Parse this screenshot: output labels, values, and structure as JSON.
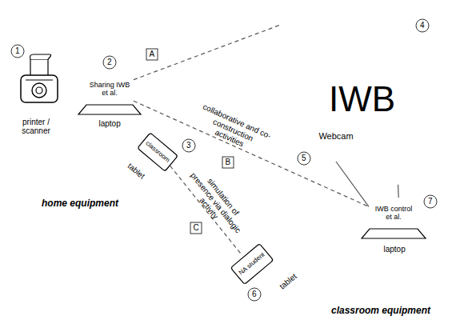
{
  "diagram": {
    "nodes": [
      {
        "text": [
          "home equipment"
        ]
      },
      {
        "text": [
          "Sharing IWB et al."
        ],
        "in": 0
      },
      {
        "text": [
          "classroom"
        ],
        "in": 0
      },
      {
        "text": [
          "classroom equipment"
        ]
      },
      {
        "text": [
          "IWB"
        ],
        "in": 3
      },
      {
        "text": [
          "Webcam"
        ],
        "in": 3
      },
      {
        "text": [
          "IWB control et al."
        ],
        "in": 3
      },
      {
        "text": [
          "NA student"
        ],
        "in": 3
      }
    ],
    "edges": [
      {
        "from": 1,
        "to": 4,
        "arrow": "none"
      },
      {
        "from": 1,
        "to": 6,
        "label": "collaborative and co-construction activities",
        "arrow": "none"
      },
      {
        "from": 2,
        "to": 7,
        "label": "simulation of presence via dialogic activity",
        "arrow": "none"
      },
      {
        "from": 4,
        "to": 6,
        "arrow": "none"
      },
      {
        "from": 5,
        "to": 6,
        "arrow": "none"
      }
    ],
    "labels": [
      "1",
      "2",
      "3",
      "4",
      "5",
      "6",
      "7",
      "A",
      "B",
      "C",
      "printer / scanner",
      "laptop",
      "tablet",
      "tablet",
      "laptop"
    ]
  }
}
